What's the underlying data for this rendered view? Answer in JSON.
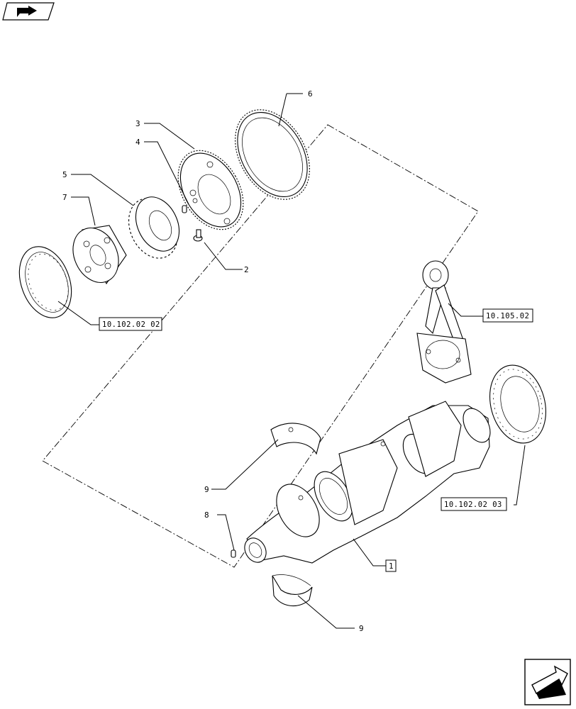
{
  "callouts": {
    "c1": "1",
    "c2": "2",
    "c3": "3",
    "c4": "4",
    "c5": "5",
    "c6": "6",
    "c7": "7",
    "c8": "8",
    "c9a": "9",
    "c9b": "9"
  },
  "references": {
    "seal_front": "10.102.02 02",
    "conrod": "10.105.02",
    "seal_rear": "10.102.02 03"
  },
  "icons": {
    "top_left": "return-arrow-icon",
    "bottom_right": "next-page-arrow-icon"
  }
}
